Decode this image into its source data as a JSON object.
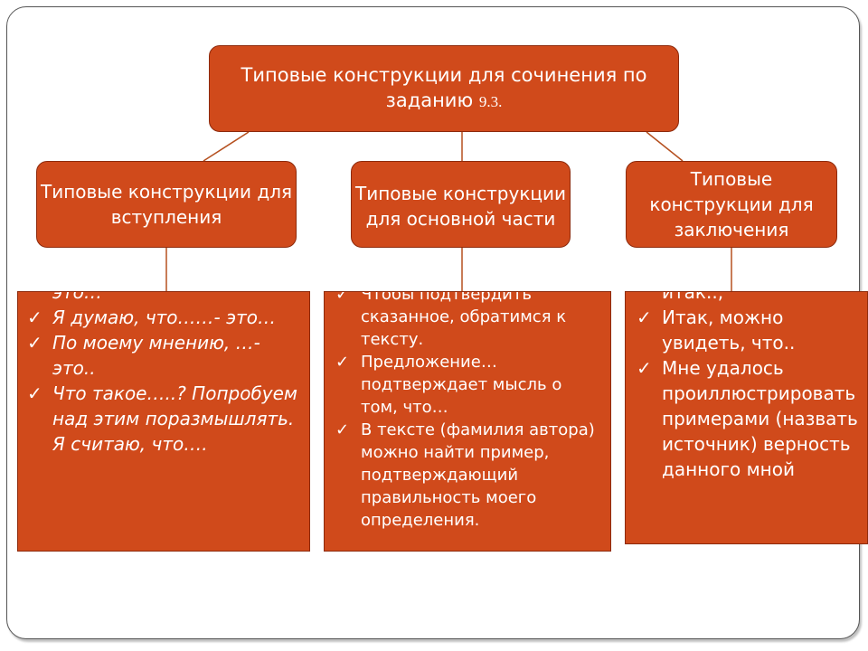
{
  "title": {
    "main": "Типовые конструкции для сочинения по заданию",
    "number": "9.3."
  },
  "headers": {
    "intro": "Типовые конструкции для вступления",
    "main_part": "Типовые конструкции для основной части",
    "conclusion": "Типовые конструкции для заключения"
  },
  "bullet_icon": "check-icon",
  "intro_items": [
    "это…",
    "Я думаю, что……- это…",
    "По моему мнению, …- это..",
    "Что такое…..? Попробуем над этим поразмышлять. Я считаю, что…."
  ],
  "main_items": [
    "Чтобы подтвердить сказанное, обратимся к тексту.",
    "Предложение… подтверждает мысль о том, что…",
    "В тексте (фамилия автора) можно найти пример, подтверждающий правильность моего определения."
  ],
  "conclusion_items": [
    "итак..,",
    "Итак, можно увидеть, что..",
    "Мне удалось проиллюстрировать примерами (назвать источник) верность данного мной"
  ],
  "colors": {
    "box_fill": "#d04a1b",
    "connector": "#b5501f",
    "text": "#ffffff"
  }
}
